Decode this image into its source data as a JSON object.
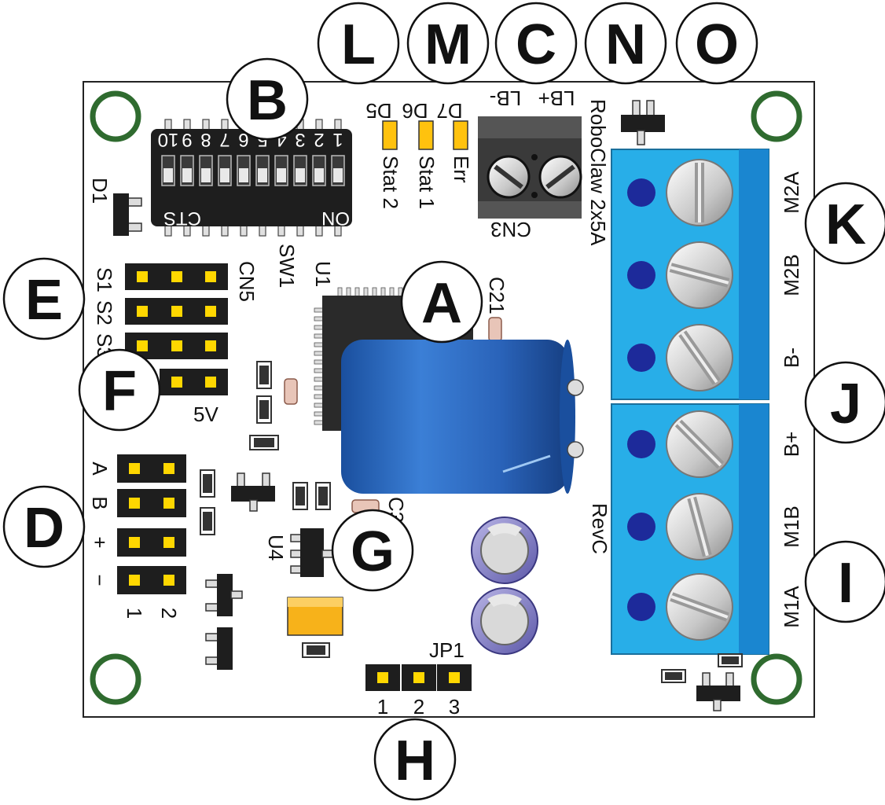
{
  "callouts": [
    "A",
    "B",
    "C",
    "D",
    "E",
    "F",
    "G",
    "H",
    "I",
    "J",
    "K",
    "L",
    "M",
    "N",
    "O"
  ],
  "board": {
    "model": "RoboClaw 2x5A",
    "revision": "RevC",
    "switch_numbers": [
      "1",
      "2",
      "3",
      "4",
      "5",
      "6",
      "7",
      "8",
      "9",
      "10"
    ],
    "switch_cts": "CTS",
    "switch_on": "ON",
    "leds": [
      {
        "ref": "D5",
        "label": "Stat 2",
        "color": "#ffc20e"
      },
      {
        "ref": "D6",
        "label": "Stat 1",
        "color": "#ffc20e"
      },
      {
        "ref": "D7",
        "label": "Err",
        "color": "#ffc20e"
      }
    ],
    "logic_battery": {
      "pos": "LB+",
      "neg": "LB-",
      "ref": "CN3"
    },
    "terminals": [
      "M2A",
      "M2B",
      "B-",
      "B+",
      "M1B",
      "M1A"
    ],
    "refs": {
      "sw1": "SW1",
      "u1": "U1",
      "c21": "C21",
      "cn5": "CN5",
      "d1": "D1",
      "u4": "U4",
      "c3": "C3",
      "jp1": "JP1"
    },
    "rc_inputs": [
      "S1",
      "S2",
      "S3"
    ],
    "voltage_labels": [
      "5V"
    ],
    "encoder_labels": [
      "A",
      "B",
      "+",
      "−"
    ],
    "encoder_cols": [
      "1",
      "2"
    ],
    "jp1_pins": [
      "1",
      "2",
      "3"
    ]
  },
  "colors": {
    "terminal_blue": "#28aee8",
    "terminal_dark": "#1a86d0",
    "hole_blue": "#1d2a9a",
    "mount_ring": "#2f6b2f",
    "capacitor": "#2563b8",
    "pad_gold": "#ffd700",
    "tantalum": "#f7b21a"
  }
}
